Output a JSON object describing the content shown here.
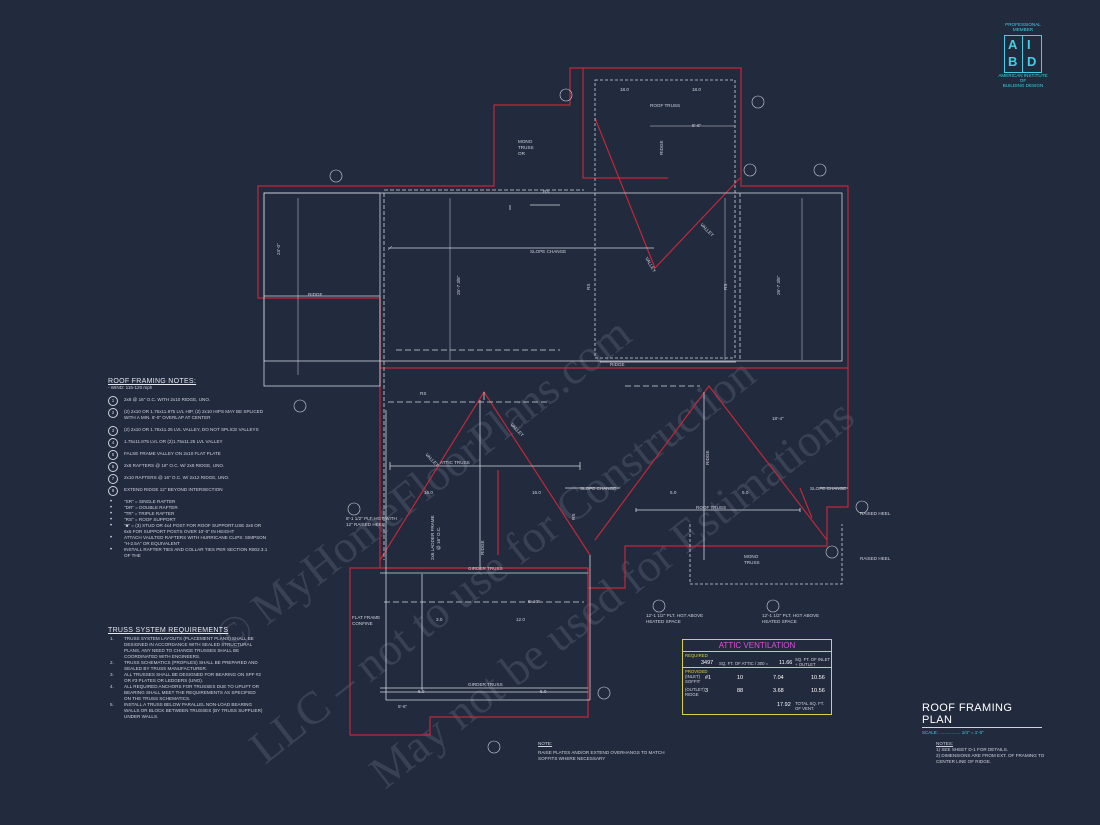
{
  "logo": {
    "top_text": [
      "PROFESSIONAL",
      "MEMBER"
    ],
    "letters": [
      "A",
      "I",
      "B",
      "D"
    ],
    "bottom_text": [
      "AMERICAN INSTITUTE",
      "OF",
      "BUILDING DESIGN"
    ]
  },
  "watermarks": [
    "© MyHomeFloorPlans.com",
    "LLC – not to use for Construction",
    "May not be used for Estimations"
  ],
  "plan_labels": {
    "roof_truss_top": "ROOF TRUSS",
    "mono_truss_top": [
      "MONO",
      "TRUSS",
      "OR"
    ],
    "rs": "RS",
    "slope_change": "SLOPE CHANGE",
    "ridge": "RIDGE",
    "valley": "VALLEY",
    "attic_truss": "ATTIC TRUSS",
    "roof_truss_mid": "ROOF TRUSS",
    "girder_truss": "GIRDER TRUSS",
    "mono_truss_mid": [
      "MONO",
      "TRUSS"
    ],
    "dims": [
      "18.0",
      "18.0",
      "8'-6\"",
      "24'-0\"",
      "25'-7 3/8\"",
      "26'-7 3/8\"",
      "18'-4\"",
      "5'-10\"",
      "5'-6\"",
      "5.0",
      "12.0",
      "16.0",
      "3.0"
    ],
    "raised_heel": "RAISED HEEL",
    "plt_ht": [
      "8'-1 1/2\" PLT. HGT WITH",
      "12\" RAISED HEEL"
    ],
    "heated_space": [
      "12'-1 1/2\" PLT. HGT ABOVE",
      "HEATED SPACE"
    ],
    "ladder_frame": [
      "2x6 LADDER FRAME",
      "@ 16\" O.C."
    ],
    "flat_frame": [
      "FLAT FRAME",
      "CONFINE"
    ]
  },
  "roof_notes": {
    "title": "ROOF FRAMING NOTES:",
    "subtitle": "- WIND: 115-120 mph",
    "items": [
      {
        "n": "1",
        "text": "2x8 @ 16\" O.C. WITH 2x10 RIDGE, UNO."
      },
      {
        "n": "2",
        "text": "(2) 2x10 OR 1.75x11.875 LVL HIP, (2) 2x10 HIPS MAY BE SPLICED WITH A MIN. 6'-0\" OVERLAP AT CENTER"
      },
      {
        "n": "3",
        "text": "(2) 2x10 OR 1.75x11.25 LVL VALLEY, DO NOT SPLICE VALLEYS"
      },
      {
        "n": "4",
        "text": "1.75x11.875 LVL OR (2)1.75x11.25 LVL VALLEY"
      },
      {
        "n": "5",
        "text": "FALSE FRAME VALLEY ON 2x10 FLAT PLATE"
      },
      {
        "n": "6",
        "text": "2x8 RAFTERS @ 16\" O.C. W/ 2x8 RIDGE, UNO."
      },
      {
        "n": "7",
        "text": "2x10 RAFTERS @ 16\" O.C. W/ 2x12 RIDGE, UNO."
      },
      {
        "n": "8",
        "text": "EXTEND RIDGE 12\" BEYOND INTERSECTION"
      }
    ],
    "bullets": [
      "\"SR\" = SINGLE RAFTER",
      "\"DR\" = DOUBLE RAFTER",
      "\"TR\" = TRIPLE RAFTER",
      "\"RS\" = ROOF SUPPORT",
      "\"■\" = (3) STUD OR 4x4 POST FOR ROOF SUPPORT.USE 2x6 OR 6x6 FOR SUPPORT POSTS OVER 10'-0\" IN HEIGHT",
      "ATTACH VAULTED RAFTERS WITH HURRICANE CLIPS: SIMPSON \"H-2.5A\" OR EQUIVALENT",
      "INSTALL RAFTER TIES AND COLLAR TIES PER SECTION R802.3.1 OF THE"
    ]
  },
  "truss_requirements": {
    "title": "TRUSS SYSTEM REQUIREMENTS",
    "items": [
      {
        "n": "1.",
        "text": "TRUSS SYSTEM LAYOUTS (PLACEMENT PLANS) SHALL BE DESIGNED IN ACCORDANCE WITH SEALED STRUCTURAL PLANS, ANY NEED TO CHANGE TRUSSES SHALL BE COORDINATED WITH ENGINEERS."
      },
      {
        "n": "2.",
        "text": "TRUSS SCHEMATICS (PROFILES) SHALL BE PREPARED AND SEALED BY TRUSS MANUFACTURER."
      },
      {
        "n": "3.",
        "text": "ALL TRUSSES SHALL BE DESIGNED FOR BEARING ON SPF #2 OR #3 PLATES OR LEDGERS (UNO)."
      },
      {
        "n": "4.",
        "text": "ALL REQUIRED ANCHORS FOR TRUSSES DUE TO UPLIFT OR BEARING SHALL MEET THE REQUIREMENTS AS SPECIFIED ON THE TRUSS SCHEMATICS."
      },
      {
        "n": "5.",
        "text": "INSTALL A TRUSS BELOW PARALLEL NON-LOAD BEARING WALLS OR BLOCK BETWEEN TRUSSES (BY TRUSS SUPPLIER) UNDER WALLS."
      }
    ]
  },
  "attic_ventilation": {
    "title": "ATTIC VENTILATION",
    "required_label": "REQUIRED",
    "required_value": "3497",
    "required_text": "SQ. FT. OF ATTIC / 300 =",
    "required_result": "11.66",
    "required_unit": "SQ. FT. OF INLET + OUTLET",
    "provided_label": "PROVIDED",
    "rows": [
      {
        "kind": "(INLET) SOFFIT",
        "a": "#1",
        "b": "10",
        "c": "7.04",
        "total": "10.56"
      },
      {
        "kind": "(OUTLET) RIDGE",
        "a": "3",
        "b": "88",
        "c": "3.68",
        "total": "10.56"
      }
    ],
    "total_value": "17.92",
    "total_text": "TOTAL SQ. FT. OF VENT."
  },
  "plan_title": "ROOF FRAMING PLAN",
  "scale_text": "SCALE: ................. 1/4\" = 1'-0\"",
  "bottom_note": {
    "title": "NOTE:",
    "text": "RAISE PLATES AND/OR EXTEND OVERHANGS TO MATCH SOFFITS WHERE NECESSARY"
  },
  "right_notes": {
    "title": "NOTES:",
    "items": [
      "1) SEE SHEET D-1 FOR DETAILS.",
      "2) DIMENSIONS ARE FROM EXT. OF FRAMING TO CENTER LINE OF RIDGE."
    ]
  },
  "colors": {
    "background": "#222a3d",
    "roof_outline": "#c0283a",
    "lines": "#d9dce3",
    "accent_cyan": "#3fd0e6",
    "accent_yellow": "#d6d246",
    "accent_magenta": "#e04de0"
  }
}
